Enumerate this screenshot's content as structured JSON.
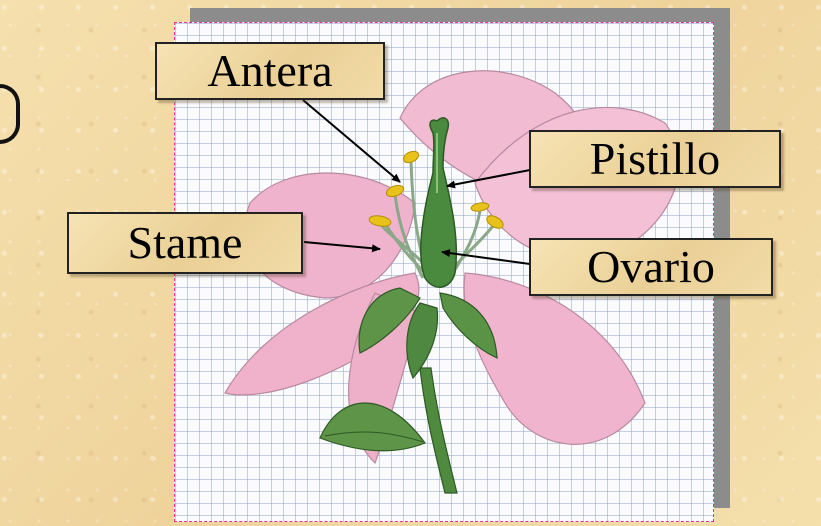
{
  "diagram": {
    "labels": {
      "antera": "Antera",
      "pistillo": "Pistillo",
      "stame": "Stame",
      "ovario": "Ovario"
    }
  },
  "colors": {
    "background": "#f3dca7",
    "petal": "#f0b6cf",
    "leaf": "#5e9448",
    "pistil": "#3f7a36",
    "anther": "#e8c21a",
    "frame_border": "#e0338f"
  }
}
